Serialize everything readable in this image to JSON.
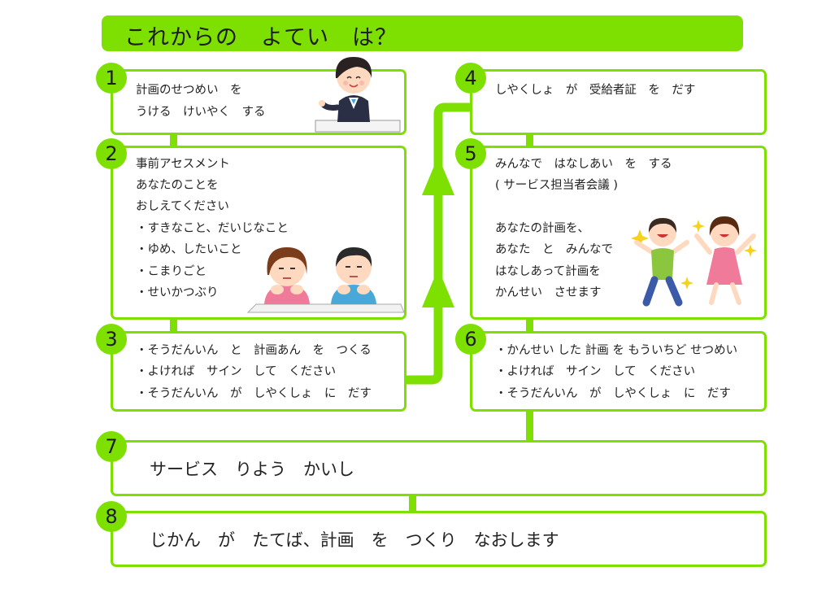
{
  "title": "これからの　よてい　は？",
  "steps": {
    "s1": {
      "num": "1",
      "lines": [
        "計画のせつめい　を",
        "うける　けいやく　する"
      ]
    },
    "s2": {
      "num": "2",
      "lines": [
        "事前アセスメント",
        "あなたのことを",
        "おしえてください",
        "・すきなこと、だいじなこと",
        "・ゆめ、したいこと",
        "・こまりごと",
        "・せいかつぶり"
      ]
    },
    "s3": {
      "num": "3",
      "lines": [
        "・そうだんいん　と　計画あん　を　つくる",
        "・よければ　サイン　して　ください",
        "・そうだんいん　が　しやくしょ　に　だす"
      ]
    },
    "s4": {
      "num": "4",
      "lines": [
        "しやくしょ　が　受給者証　を　だす"
      ]
    },
    "s5": {
      "num": "5",
      "lines": [
        "みんなで　はなしあい　を　する",
        "( サービス担当者会議 )",
        "",
        "あなたの計画を、",
        "あなた　と　みんなで",
        "はなしあって計画を",
        "かんせい　させます"
      ]
    },
    "s6": {
      "num": "6",
      "lines": [
        "・かんせい した 計画 を もういちど せつめい",
        "・よければ　サイン　して　ください",
        "・そうだんいん　が　しやくしょ　に　だす"
      ]
    },
    "s7": {
      "num": "7",
      "text": "サービス　りよう　かいし"
    },
    "s8": {
      "num": "8",
      "text": "じかん　が　たてば、計画　を　つくり　なおします"
    }
  },
  "colors": {
    "accent": "#7ee000"
  },
  "icons": [
    "staff-woman-illustration",
    "two-thinking-kids-illustration",
    "two-jumping-kids-illustration"
  ]
}
